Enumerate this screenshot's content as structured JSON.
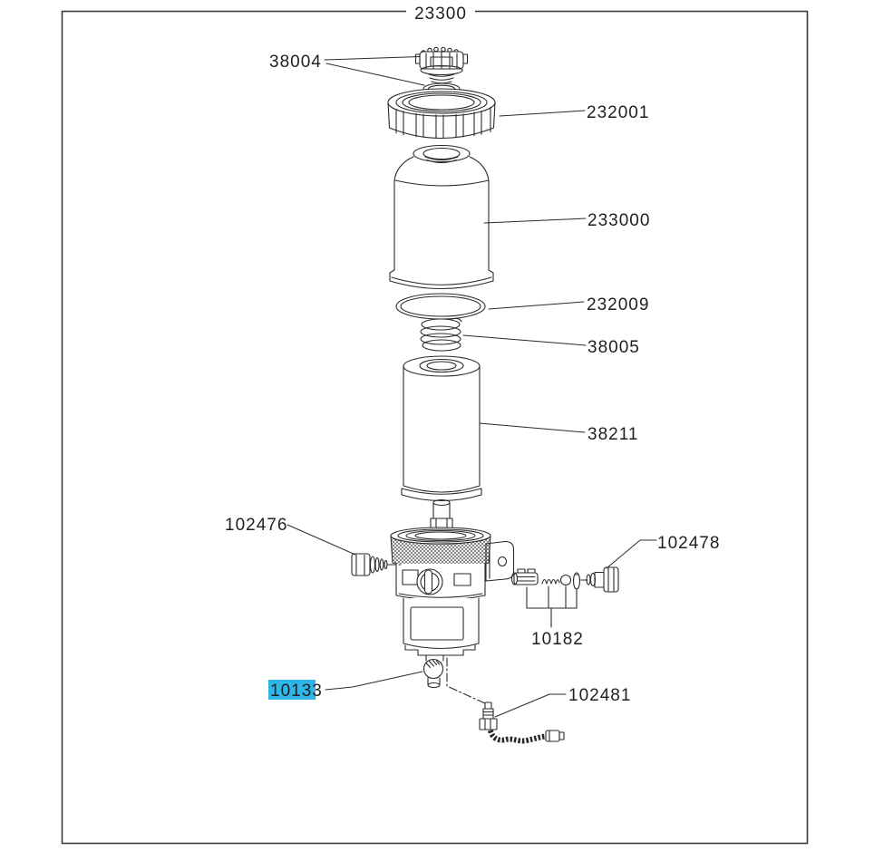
{
  "frame": {
    "title": "23300"
  },
  "colors": {
    "highlight": "#2eb6e8",
    "line": "#262626",
    "background": "#ffffff"
  },
  "labels": {
    "l38004": "38004",
    "l232001": "232001",
    "l233000": "233000",
    "l232009": "232009",
    "l38005": "38005",
    "l38211": "38211",
    "l102476": "102476",
    "l102478": "102478",
    "l10182": "10182",
    "l10133": "10133",
    "l102481": "102481"
  },
  "highlighted_label": "10133"
}
